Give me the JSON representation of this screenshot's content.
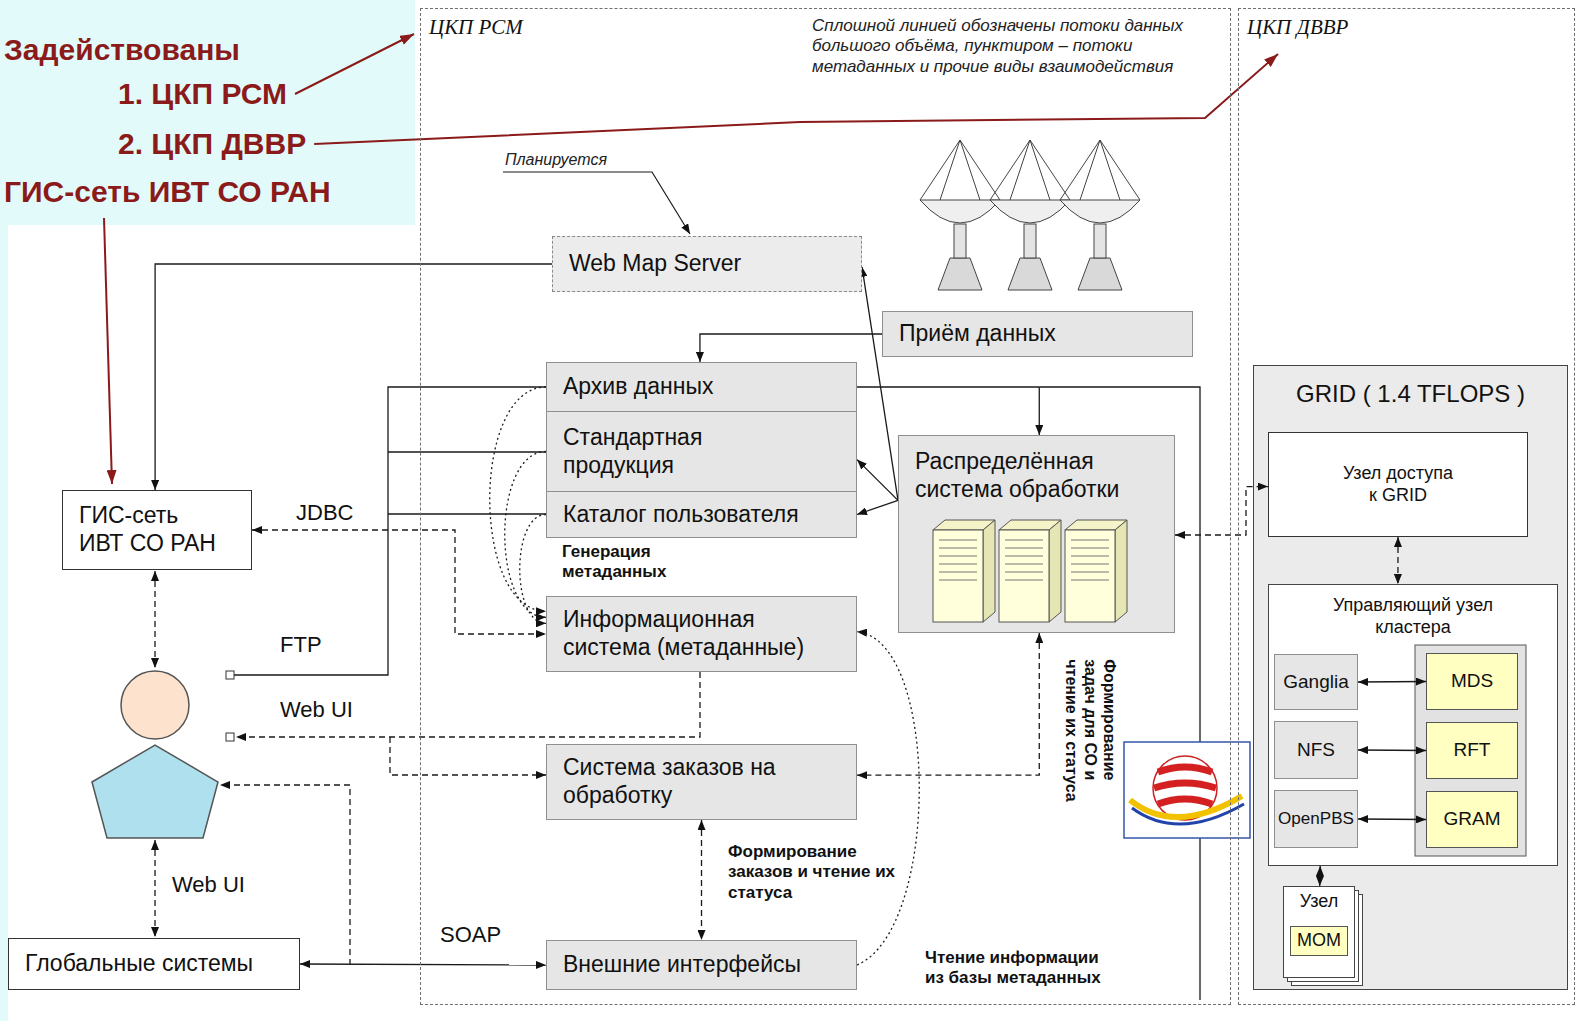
{
  "diagram": {
    "nodes": [
      {
        "text": [
          "ЦКП РСМ"
        ]
      },
      {
        "text": [
          "Web Map Server"
        ],
        "in": 0
      },
      {
        "text": [
          "Приём данных"
        ],
        "in": 0
      },
      {
        "text": [
          "Архив данных"
        ],
        "in": 0
      },
      {
        "text": [
          "Стандартная продукция"
        ],
        "in": 0
      },
      {
        "text": [
          "Каталог пользователя"
        ],
        "in": 0
      },
      {
        "text": [
          "Распределённая система обработки"
        ],
        "in": 0
      },
      {
        "text": [
          "Информационная система (метаданные)"
        ],
        "in": 0
      },
      {
        "text": [
          "Система заказов на обработку"
        ],
        "in": 0
      },
      {
        "text": [
          "Внешние интерфейсы"
        ],
        "in": 0
      },
      {
        "text": [
          "ЦКП ДВВР"
        ]
      },
      {
        "text": [
          "GRID ( 1.4 TFLOPS )"
        ],
        "in": 10
      },
      {
        "text": [
          "Узел доступа к GRID"
        ],
        "in": 11
      },
      {
        "text": [
          "Управляющий узел кластера"
        ],
        "in": 11
      },
      {
        "text": [
          "Ganglia"
        ],
        "in": 13
      },
      {
        "text": [
          "MDS"
        ],
        "in": 13
      },
      {
        "text": [
          "NFS"
        ],
        "in": 13
      },
      {
        "text": [
          "RFT"
        ],
        "in": 13
      },
      {
        "text": [
          "OpenPBS"
        ],
        "in": 13
      },
      {
        "text": [
          "GRAM"
        ],
        "in": 13
      },
      {
        "text": [
          "Узел"
        ],
        "in": 11
      },
      {
        "text": [
          "MOM"
        ],
        "in": 20
      },
      {
        "text": [
          "ГИС-сеть ИВТ СО РАН"
        ]
      },
      {
        "text": [
          "Глобальные системы"
        ]
      }
    ],
    "edges": [
      {
        "from": 1,
        "to": 22,
        "arrow": "to"
      },
      {
        "from": 2,
        "to": 3,
        "arrow": "to"
      },
      {
        "from": 6,
        "to": 1,
        "arrow": "to"
      },
      {
        "from": 6,
        "to": 4,
        "arrow": "to"
      },
      {
        "from": 6,
        "to": 5,
        "arrow": "to"
      },
      {
        "from": 3,
        "to": 6,
        "arrow": "to"
      },
      {
        "from": 3,
        "to": 7,
        "arrow": "to"
      },
      {
        "from": 4,
        "to": 7,
        "arrow": "to"
      },
      {
        "from": 5,
        "to": 7,
        "arrow": "to"
      },
      {
        "from": 22,
        "to": 7,
        "label": "JDBC",
        "arrow": "both"
      },
      {
        "from": 23,
        "to": 9,
        "label": "SOAP",
        "arrow": "both"
      },
      {
        "from": 8,
        "to": 9,
        "label": "Формирование заказов и чтение их статуса",
        "arrow": "both"
      },
      {
        "from": 9,
        "to": 7,
        "label": "Чтение информации из базы метаданных",
        "arrow": "to"
      },
      {
        "from": 6,
        "to": 8,
        "label": "Формирование задач для СО и чтение их статуса",
        "arrow": "both"
      },
      {
        "from": 6,
        "to": 12,
        "arrow": "both"
      },
      {
        "from": 12,
        "to": 13,
        "arrow": "both"
      },
      {
        "from": 14,
        "to": 15,
        "arrow": "both"
      },
      {
        "from": 16,
        "to": 17,
        "arrow": "both"
      },
      {
        "from": 18,
        "to": 19,
        "arrow": "both"
      },
      {
        "from": 13,
        "to": 20,
        "arrow": "both"
      }
    ],
    "labels": [
      "Задействованы",
      "1. ЦКП РСМ",
      "2. ЦКП ДВВР",
      "ГИС-сеть ИВТ СО РАН",
      "Сплошной линией обозначены потоки данных большого объёма, пунктиром – потоки метаданных и прочие виды взаимодействия",
      "Планируется",
      "Генерация метаданных",
      "FTP",
      "Web UI",
      "Web UI"
    ]
  }
}
